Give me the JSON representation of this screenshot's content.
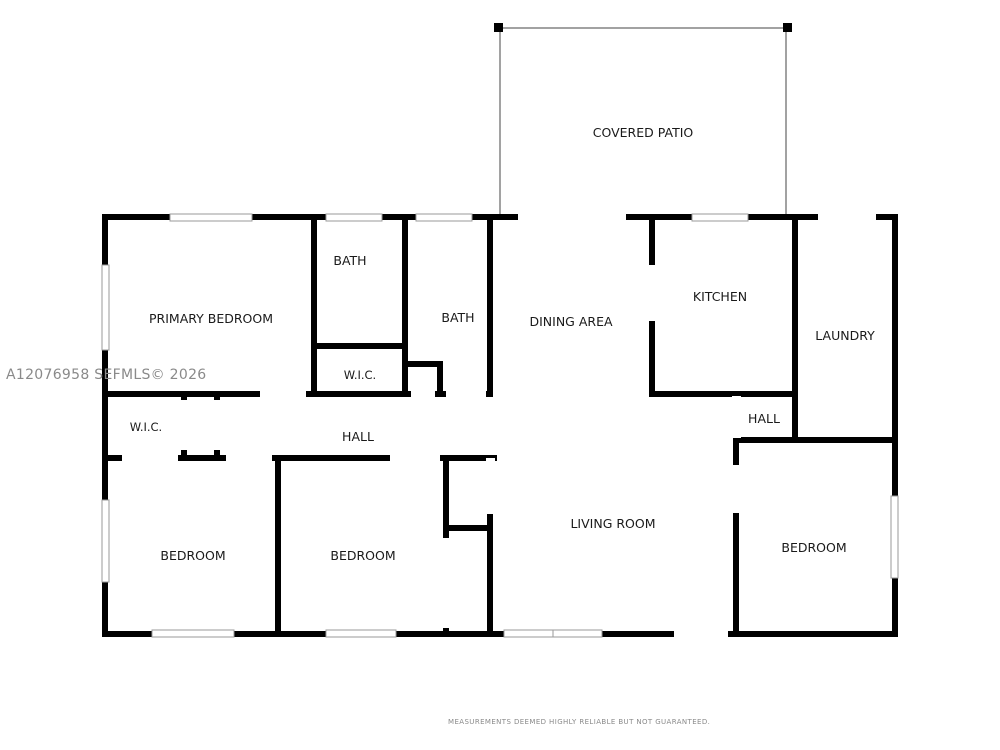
{
  "rooms": {
    "covered_patio": "COVERED PATIO",
    "primary_bedroom": "PRIMARY BEDROOM",
    "bath_1": "BATH",
    "bath_2": "BATH",
    "wic_1": "W.I.C.",
    "wic_2": "W.I.C.",
    "dining_area": "DINING AREA",
    "kitchen": "KITCHEN",
    "laundry": "LAUNDRY",
    "hall_1": "HALL",
    "hall_2": "HALL",
    "bedroom_1": "BEDROOM",
    "bedroom_2": "BEDROOM",
    "bedroom_3": "BEDROOM",
    "living_room": "LIVING ROOM"
  },
  "watermark": "A12076958  SEFMLS© 2026",
  "disclaimer": "MEASUREMENTS DEEMED HIGHLY RELIABLE BUT NOT GUARANTEED.",
  "colors": {
    "wall": "#000000",
    "window": "#9a9a9a",
    "text": "#1a1a1a",
    "watermark": "#8a8a8a"
  }
}
